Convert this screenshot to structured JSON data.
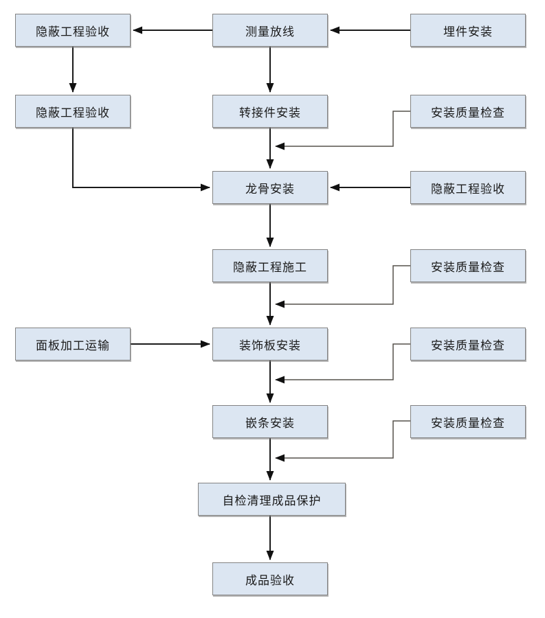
{
  "diagram": {
    "type": "flowchart",
    "background_color": "#ffffff",
    "node_fill_color": "#dce6f2",
    "node_border_color": "#828282",
    "arrow_color": "#1a1a1a",
    "feedback_line_color": "#55504a",
    "nodes": [
      {
        "id": "hidden-acceptance-1",
        "label": "隐蔽工程验收"
      },
      {
        "id": "measure-layout",
        "label": "测量放线"
      },
      {
        "id": "embed-install",
        "label": "埋件安装"
      },
      {
        "id": "hidden-acceptance-2",
        "label": "隐蔽工程验收"
      },
      {
        "id": "adapter-install",
        "label": "转接件安装"
      },
      {
        "id": "quality-check-1",
        "label": "安装质量检查"
      },
      {
        "id": "keel-install",
        "label": "龙骨安装"
      },
      {
        "id": "hidden-acceptance-3",
        "label": "隐蔽工程验收"
      },
      {
        "id": "hidden-construction",
        "label": "隐蔽工程施工"
      },
      {
        "id": "quality-check-2",
        "label": "安装质量检查"
      },
      {
        "id": "panel-transport",
        "label": "面板加工运输"
      },
      {
        "id": "decor-panel-install",
        "label": "装饰板安装"
      },
      {
        "id": "quality-check-3",
        "label": "安装质量检查"
      },
      {
        "id": "trim-install",
        "label": "嵌条安装"
      },
      {
        "id": "quality-check-4",
        "label": "安装质量检查"
      },
      {
        "id": "self-check-protect",
        "label": "自检清理成品保护"
      },
      {
        "id": "final-acceptance",
        "label": "成品验收"
      }
    ],
    "edges": [
      {
        "from": "measure-layout",
        "to": "hidden-acceptance-1",
        "type": "flow"
      },
      {
        "from": "embed-install",
        "to": "measure-layout",
        "type": "flow"
      },
      {
        "from": "hidden-acceptance-1",
        "to": "hidden-acceptance-2",
        "type": "flow"
      },
      {
        "from": "measure-layout",
        "to": "adapter-install",
        "type": "flow"
      },
      {
        "from": "adapter-install",
        "to": "keel-install",
        "type": "flow"
      },
      {
        "from": "hidden-acceptance-2",
        "to": "keel-install",
        "type": "flow"
      },
      {
        "from": "hidden-acceptance-3",
        "to": "keel-install",
        "type": "flow"
      },
      {
        "from": "keel-install",
        "to": "hidden-construction",
        "type": "flow"
      },
      {
        "from": "hidden-construction",
        "to": "decor-panel-install",
        "type": "flow"
      },
      {
        "from": "panel-transport",
        "to": "decor-panel-install",
        "type": "flow"
      },
      {
        "from": "decor-panel-install",
        "to": "trim-install",
        "type": "flow"
      },
      {
        "from": "trim-install",
        "to": "self-check-protect",
        "type": "flow"
      },
      {
        "from": "self-check-protect",
        "to": "final-acceptance",
        "type": "flow"
      },
      {
        "from": "quality-check-1",
        "joins": "adapter-install->keel-install",
        "type": "feedback"
      },
      {
        "from": "quality-check-2",
        "joins": "hidden-construction->decor-panel-install",
        "type": "feedback"
      },
      {
        "from": "quality-check-3",
        "joins": "decor-panel-install->trim-install",
        "type": "feedback"
      },
      {
        "from": "quality-check-4",
        "joins": "trim-install->self-check-protect",
        "type": "feedback"
      }
    ]
  }
}
